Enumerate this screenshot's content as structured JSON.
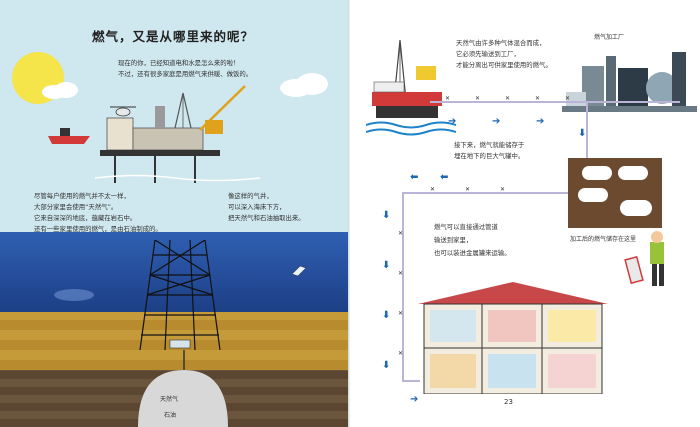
{
  "left_page": {
    "title": "燃气，又是从哪里来的呢？",
    "intro_lines": [
      "现在的你，已经知道电和水是怎么来的啦！",
      "不过，还有很多家庭是用燃气来供暖、做饭的。"
    ],
    "body_left_lines": [
      "尽管每户使用的燃气并不太一样，",
      "大部分家里会使用“天然气”。",
      "它来自深深的地底，蕴藏在岩石中。",
      "还有一些家里使用的燃气，是由石油制成的。"
    ],
    "body_right_lines": [
      "像这样的气井，",
      "可以深入海床下方，",
      "把天然气和石油抽取出来。"
    ],
    "label_natural_gas": "天然气",
    "label_oil": "石油"
  },
  "right_page": {
    "factory_label": "燃气加工厂",
    "para1_lines": [
      "天然气由许多种气体混合而成，",
      "它必须先输送到工厂，",
      "才能分离出可供家里使用的燃气。"
    ],
    "para2_lines": [
      "接下来，燃气就能储存于",
      "埋在地下的巨大气罐中。"
    ],
    "para3_lines": [
      "燃气可以直接通过管道",
      "输送到家里，",
      "也可以装进金属罐来运输。"
    ],
    "storage_label": "加工后的燃气储存在这里",
    "page_number": "23"
  },
  "colors": {
    "sky": "#cfe7ef",
    "deep_sea": "#2f5fb2",
    "sand": "#c59b3a",
    "pipe": "#b9b4d8",
    "arrow": "#1d66b0",
    "roof": "#c8484a"
  }
}
